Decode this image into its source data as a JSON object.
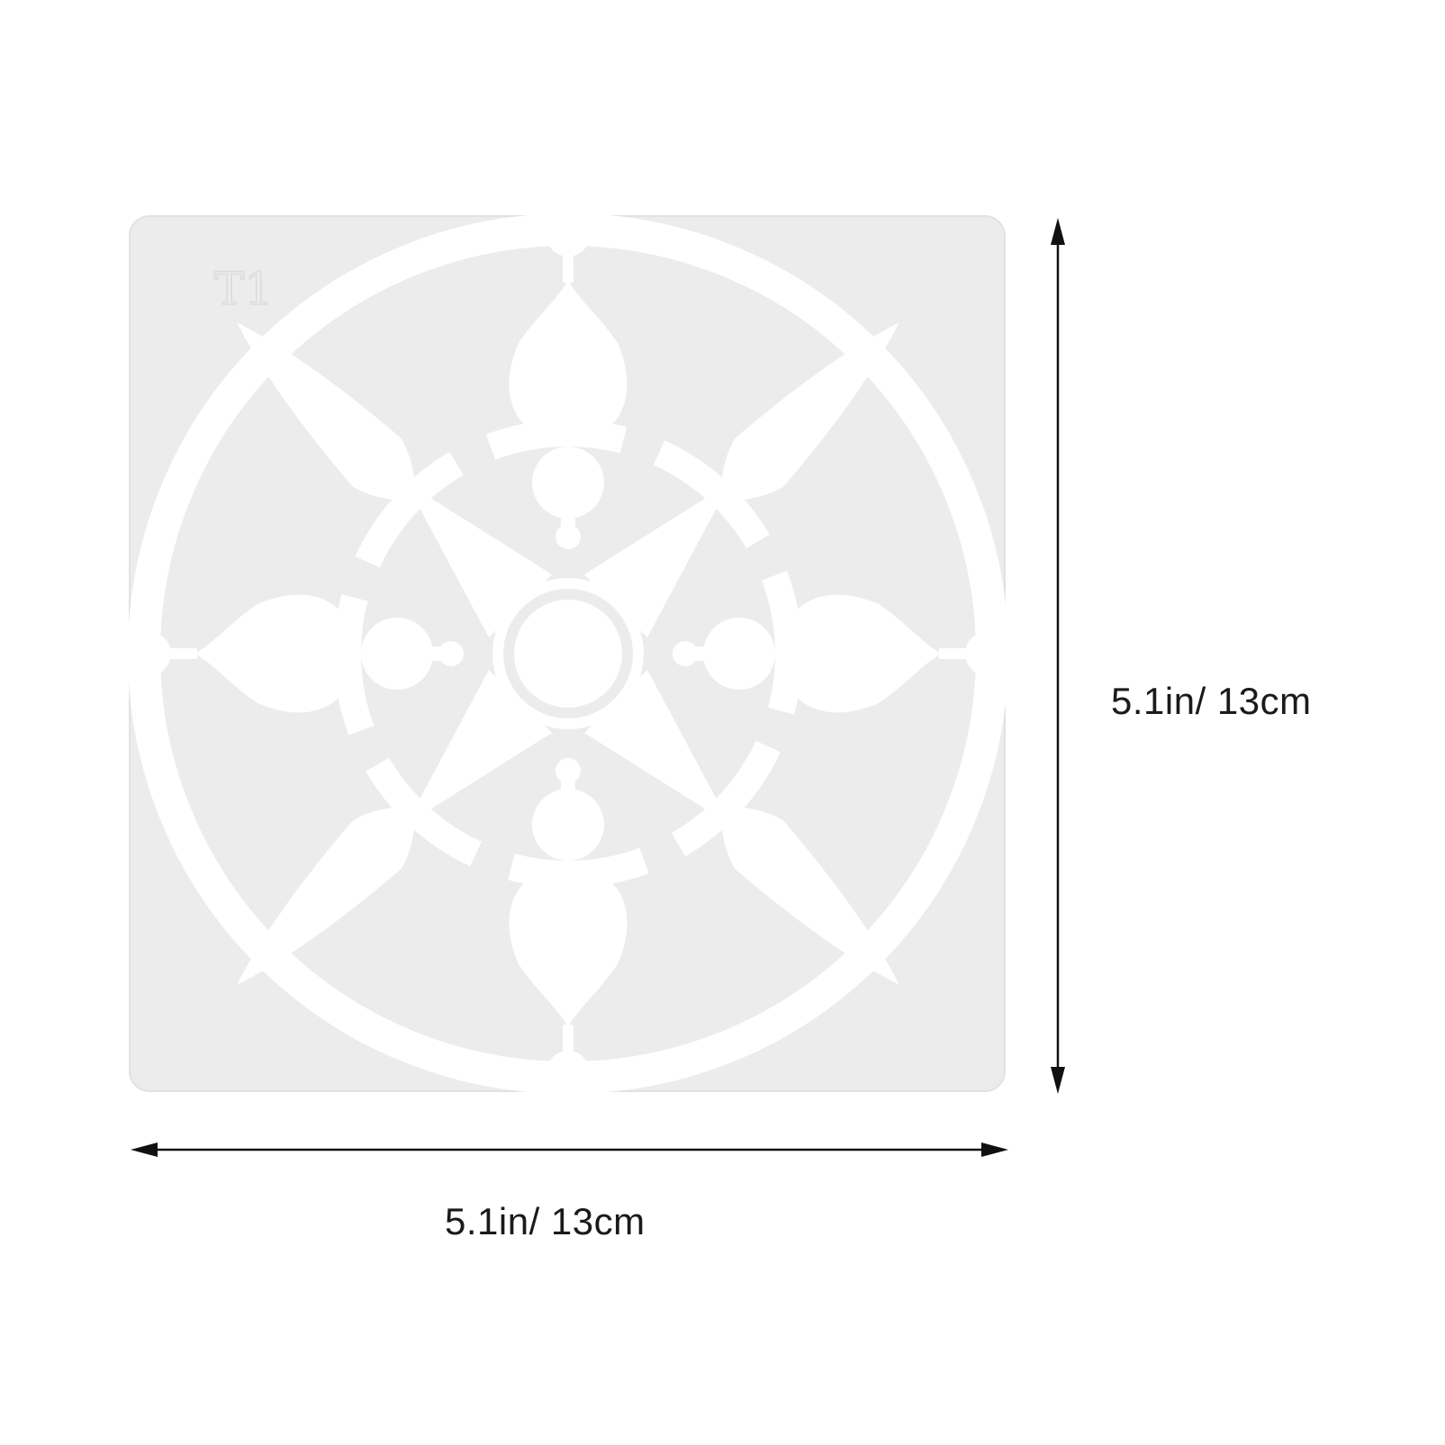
{
  "product": {
    "stencil_code": "T1",
    "colors": {
      "sheet": "#ececec",
      "sheet_edge": "#e2e2e2",
      "cutout": "#ffffff",
      "arrow": "#111111",
      "label": "#1a1a1a"
    }
  },
  "dimensions": {
    "height_label": "5.1in/ 13cm",
    "width_label": "5.1in/ 13cm"
  }
}
